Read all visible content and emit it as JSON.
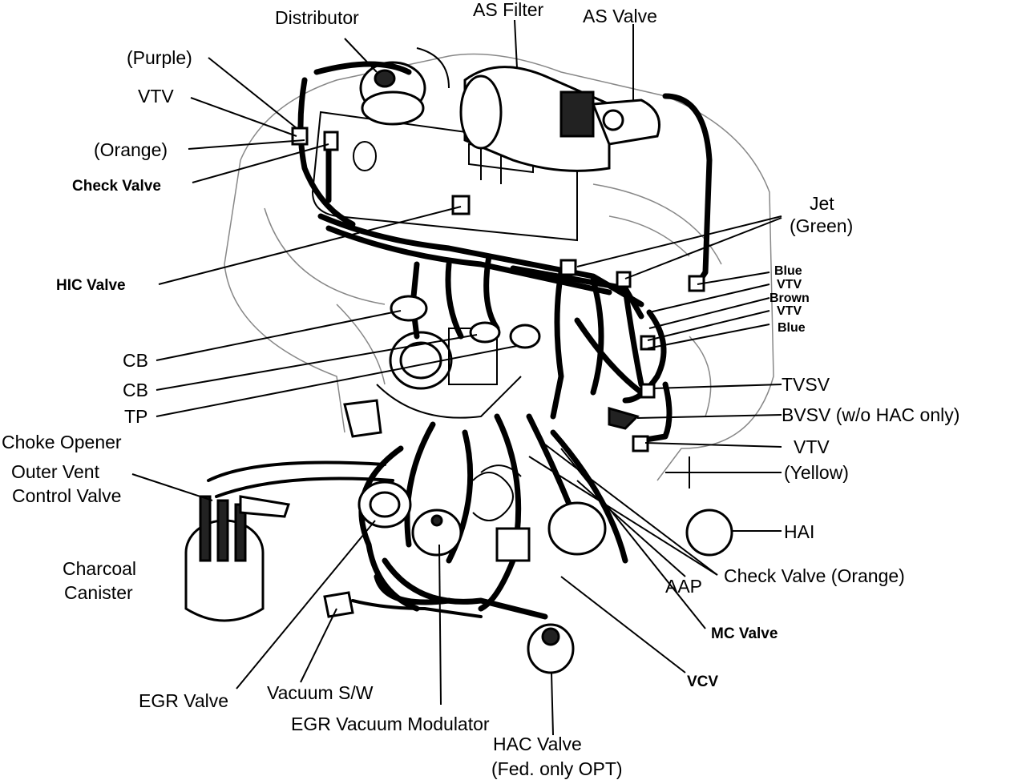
{
  "labels": {
    "distributor": "Distributor",
    "as_filter": "AS Filter",
    "as_valve": "AS Valve",
    "purple": "(Purple)",
    "vtv_left": "VTV",
    "orange": "(Orange)",
    "check_valve_left": "Check Valve",
    "jet": "Jet",
    "green": "(Green)",
    "hic_valve": "HIC Valve",
    "blue_1": "Blue",
    "vtv_small_1": "VTV",
    "brown": "Brown",
    "vtv_small_2": "VTV",
    "blue_2": "Blue",
    "cb_1": "CB",
    "cb_2": "CB",
    "tp": "TP",
    "tvsv": "TVSV",
    "bvsv": "BVSV (w/o HAC only)",
    "choke_opener": "Choke Opener",
    "vtv_right": "VTV",
    "yellow": "(Yellow)",
    "outer_vent_1": "Outer Vent",
    "outer_vent_2": "Control Valve",
    "hai": "HAI",
    "charcoal_1": "Charcoal",
    "charcoal_2": "Canister",
    "aap": "AAP",
    "check_valve_orange": "Check Valve (Orange)",
    "mc_valve": "MC Valve",
    "vcv": "VCV",
    "egr_valve": "EGR Valve",
    "vacuum_sw": "Vacuum S/W",
    "egr_vacuum_modulator": "EGR Vacuum Modulator",
    "hac_valve": "HAC Valve",
    "hac_valve_note": "(Fed. only OPT)"
  }
}
